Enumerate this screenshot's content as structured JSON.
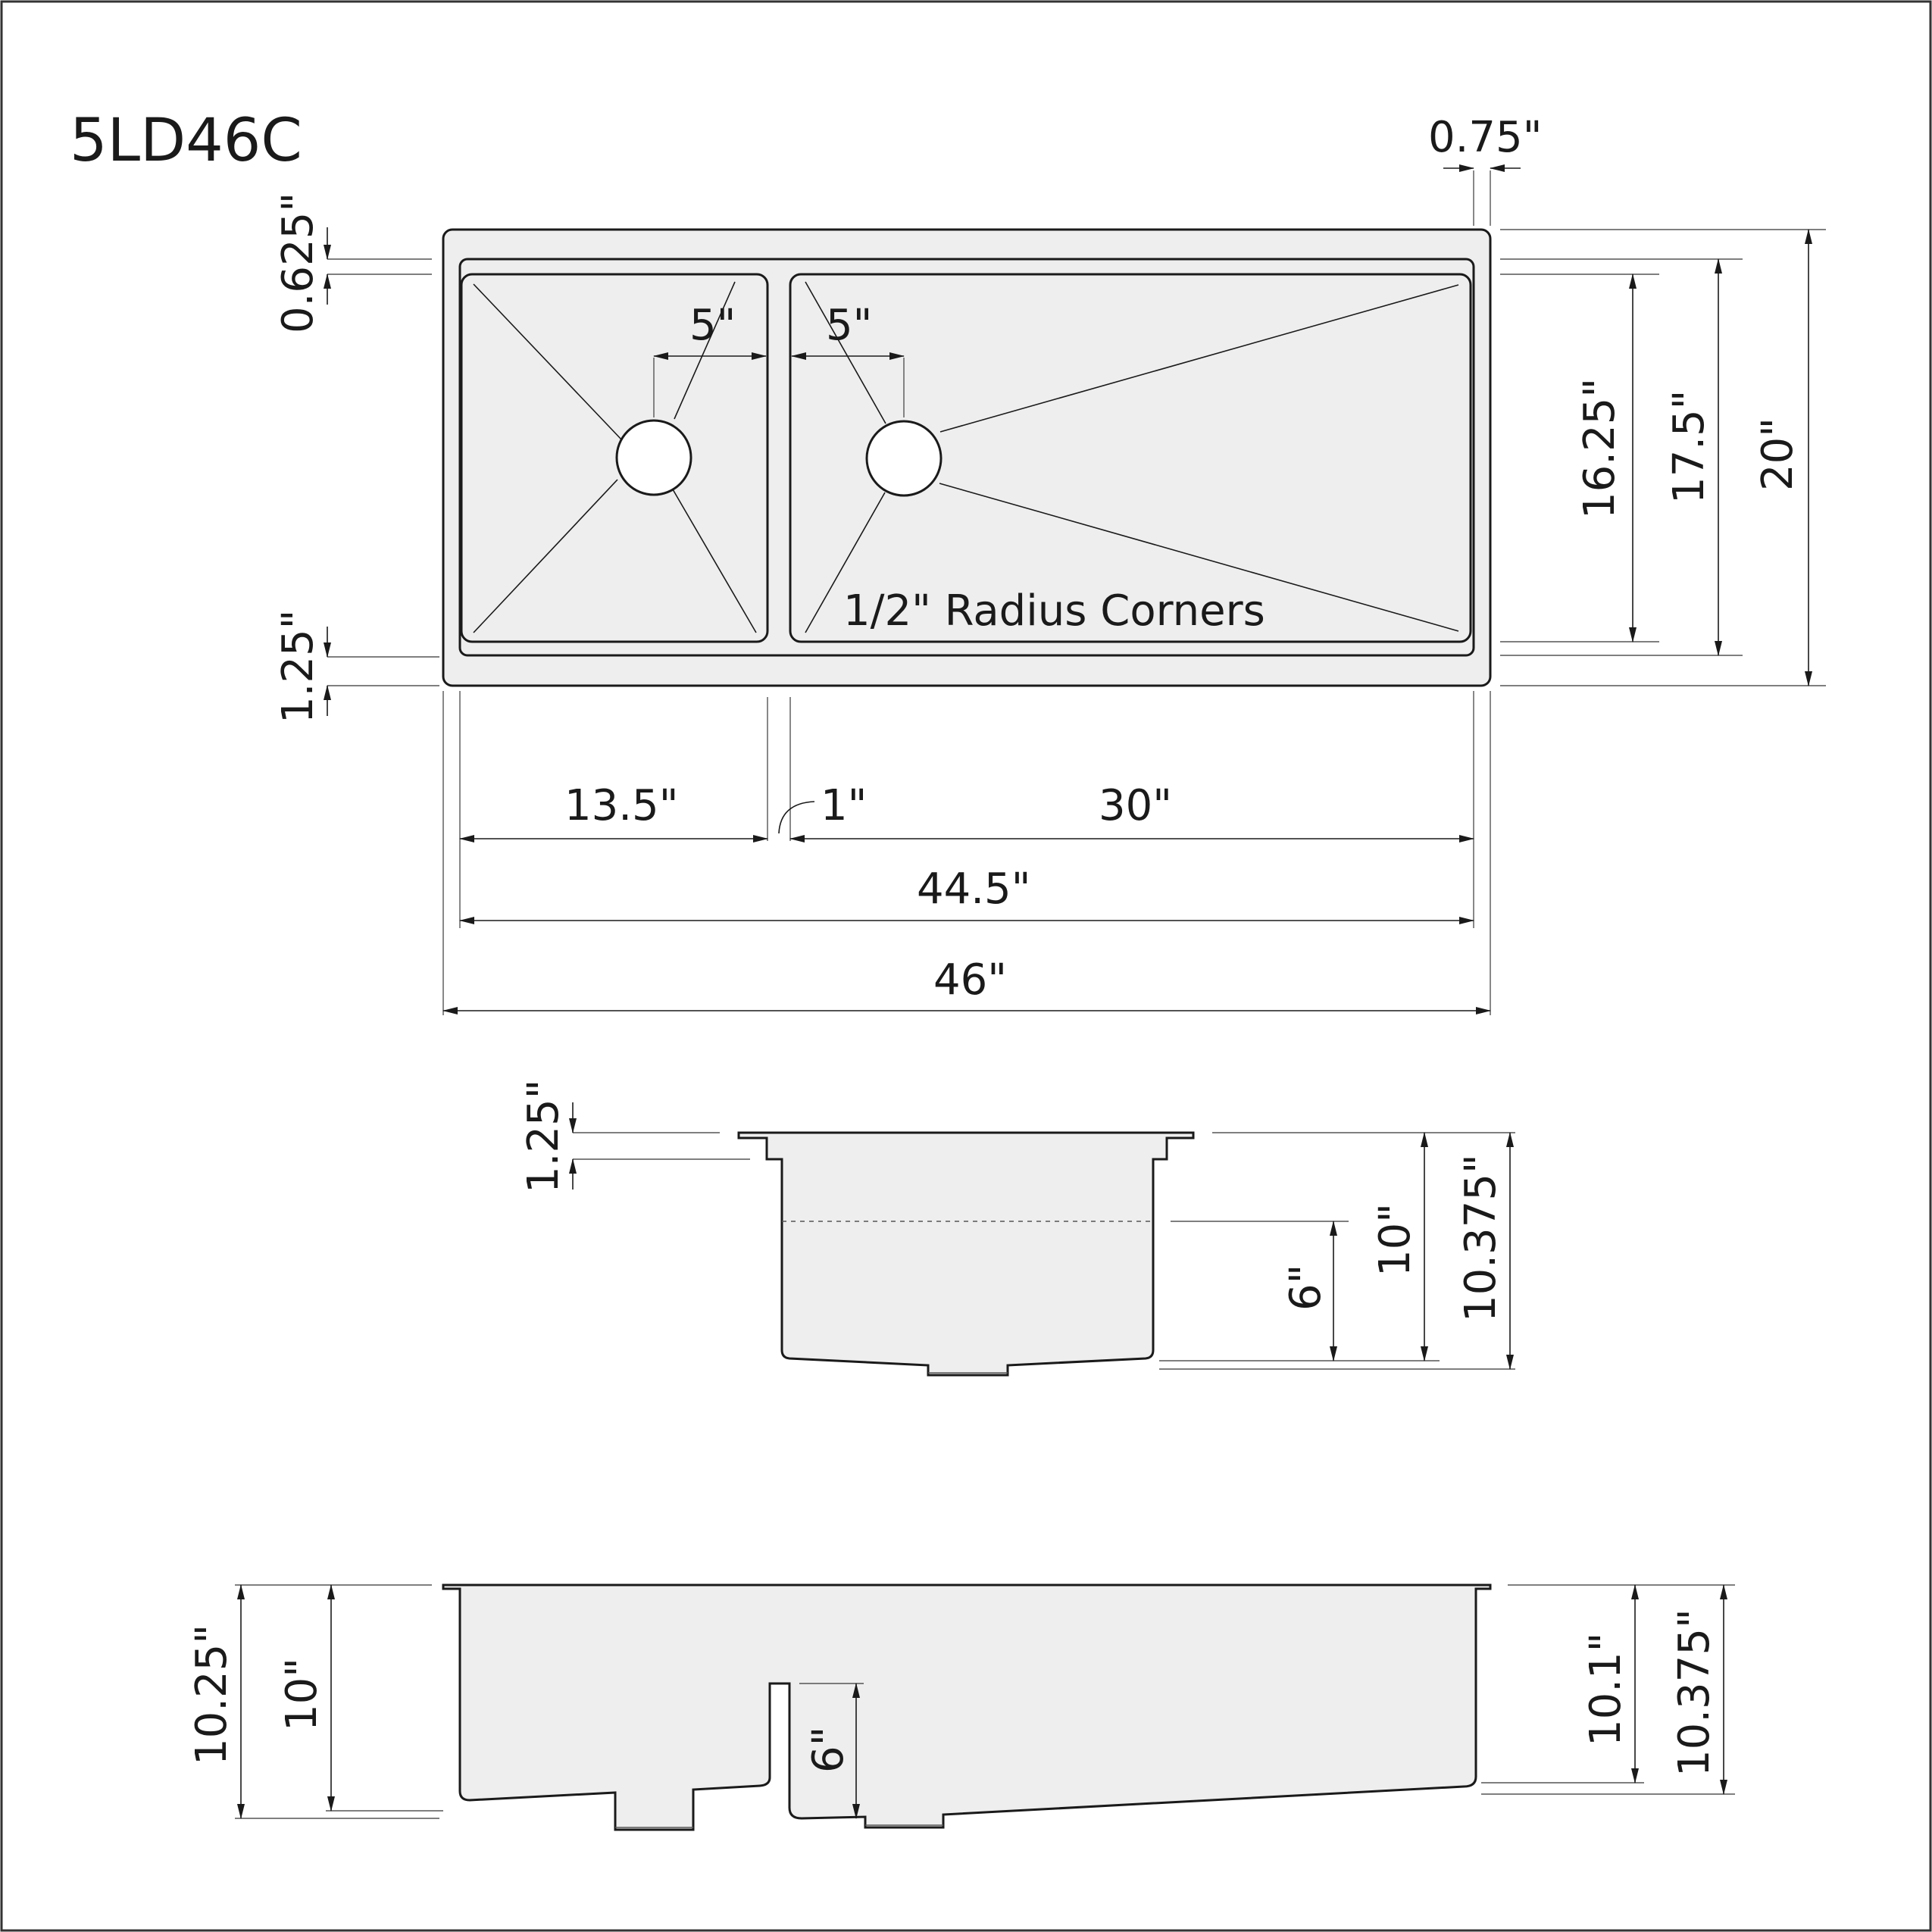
{
  "title": "5LD46C",
  "note": "1/2\" Radius Corners",
  "top_view": {
    "flange_thickness": "0.75\"",
    "top_margin": "0.625\"",
    "bottom_margin": "1.25\"",
    "drain_offset_left": "5\"",
    "drain_offset_right": "5\"",
    "bowl_depth_inner": "16.25\"",
    "bowl_depth_outer": "17.5\"",
    "overall_depth": "20\"",
    "left_bowl_width": "13.5\"",
    "divider_width": "1\"",
    "right_bowl_width": "30\"",
    "inner_width": "44.5\"",
    "overall_width": "46\""
  },
  "side_view": {
    "flange_height": "1.25\"",
    "divider_height": "6\"",
    "bowl_depth": "10\"",
    "overall_height": "10.375\""
  },
  "front_view": {
    "left_depth_outer": "10.25\"",
    "left_depth_inner": "10\"",
    "divider_height": "6\"",
    "right_depth_inner": "10.1\"",
    "right_depth_outer": "10.375\""
  },
  "colors": {
    "line": "#1a1a1a",
    "fill": "#eeeeee",
    "border": "#333333"
  }
}
